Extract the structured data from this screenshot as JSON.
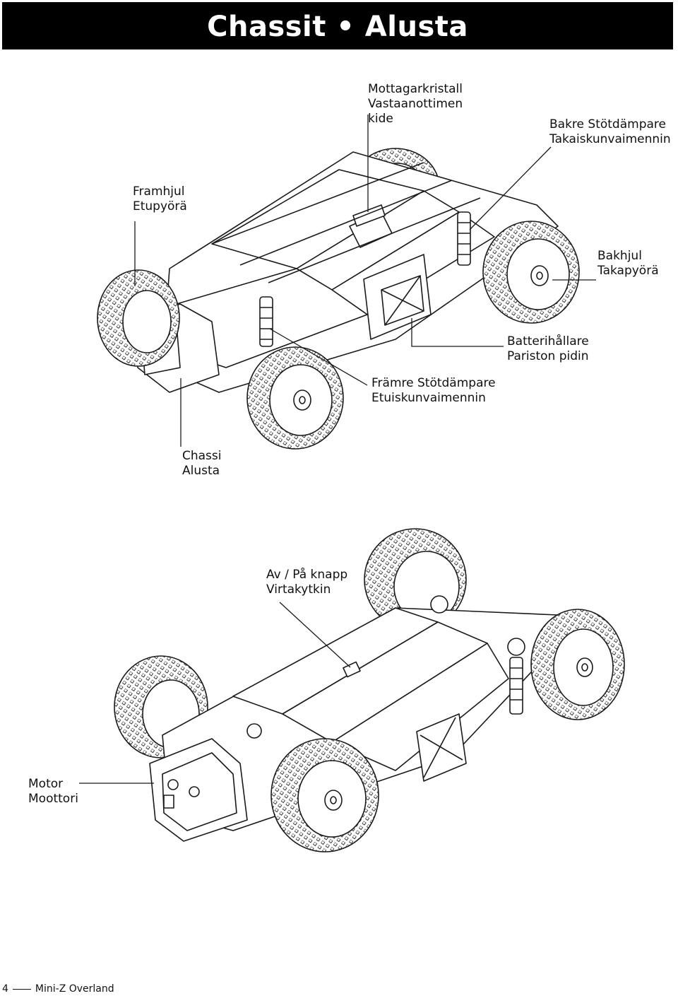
{
  "page": {
    "title": "Chassit • Alusta",
    "page_number": "4",
    "footer_title": "Mini-Z Overland"
  },
  "top_diagram": {
    "labels": [
      {
        "id": "mottagarkristall",
        "line1": "Mottagarkristall",
        "line2": "Vastaanottimen",
        "line3": "kide"
      },
      {
        "id": "bakre-stotdampare",
        "line1": "Bakre Stötdämpare",
        "line2": "Takaiskunvaimennin"
      },
      {
        "id": "framhjul",
        "line1": "Framhjul",
        "line2": "Etupyörä"
      },
      {
        "id": "bakhjul",
        "line1": "Bakhjul",
        "line2": "Takapyörä"
      },
      {
        "id": "batterihallare",
        "line1": "Batterihållare",
        "line2": "Pariston pidin"
      },
      {
        "id": "framre-stotdampare",
        "line1": "Främre Stötdämpare",
        "line2": "Etuiskunvaimennin"
      },
      {
        "id": "chassi",
        "line1": "Chassi",
        "line2": "Alusta"
      }
    ]
  },
  "bottom_diagram": {
    "labels": [
      {
        "id": "av-pa-knapp",
        "line1": "Av / På knapp",
        "line2": "Virtakytkin"
      },
      {
        "id": "motor",
        "line1": "Motor",
        "line2": "Moottori"
      }
    ]
  }
}
